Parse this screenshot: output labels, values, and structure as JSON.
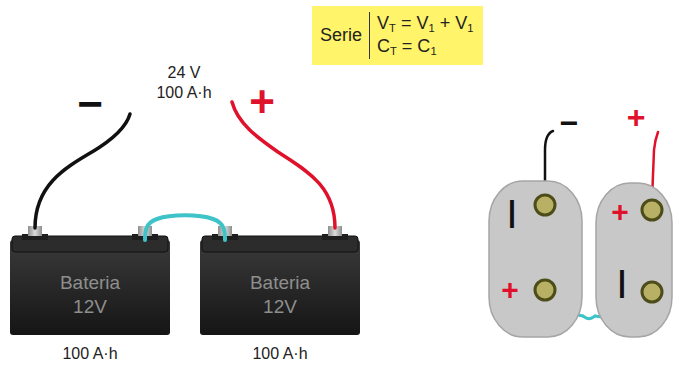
{
  "diagram": {
    "nodes": [
      {
        "text": [
          "Serie",
          "VT = V1 + V1",
          "CT = C1"
        ]
      },
      {
        "text": [
          "Bateria 12V",
          "100 A·h"
        ]
      },
      {
        "text": [
          "Bateria 12V",
          "100 A·h"
        ]
      },
      {
        "text": [
          "|",
          "+"
        ]
      },
      {
        "text": [
          "+",
          "|"
        ]
      }
    ],
    "edges": [
      {
        "from": 1,
        "to": 2,
        "arrow": "none"
      },
      {
        "from": 3,
        "to": 4,
        "arrow": "none"
      }
    ],
    "labels": [
      "24 V",
      "100 A·h",
      "−",
      "+",
      "−",
      "+"
    ]
  }
}
